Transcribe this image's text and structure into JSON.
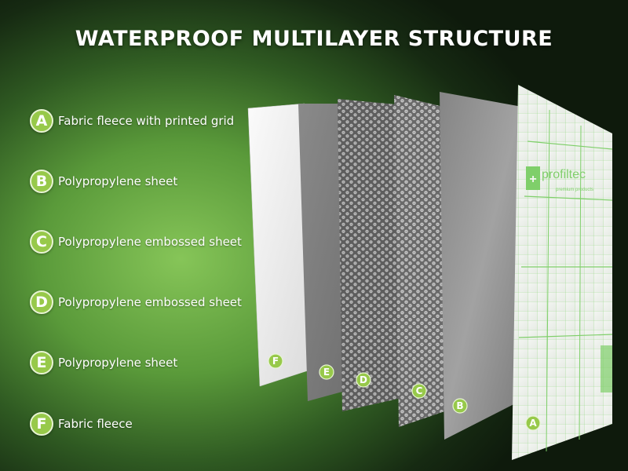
{
  "title": "WATERPROOF MULTILAYER STRUCTURE",
  "layers": [
    {
      "letter": "A",
      "label": "Fabric fleece with printed grid"
    },
    {
      "letter": "B",
      "label": "Polypropylene sheet"
    },
    {
      "letter": "C",
      "label": "Polypropylene embossed sheet"
    },
    {
      "letter": "D",
      "label": "Polypropylene embossed sheet"
    },
    {
      "letter": "E",
      "label": "Polypropylene sheet"
    },
    {
      "letter": "F",
      "label": "Fabric fleece"
    }
  ],
  "logo": {
    "name": "profiltec",
    "tagline": "premium products"
  },
  "colors": {
    "badge": "#97c94a",
    "grid": "#7fcf6a",
    "title": "#ffffff"
  }
}
